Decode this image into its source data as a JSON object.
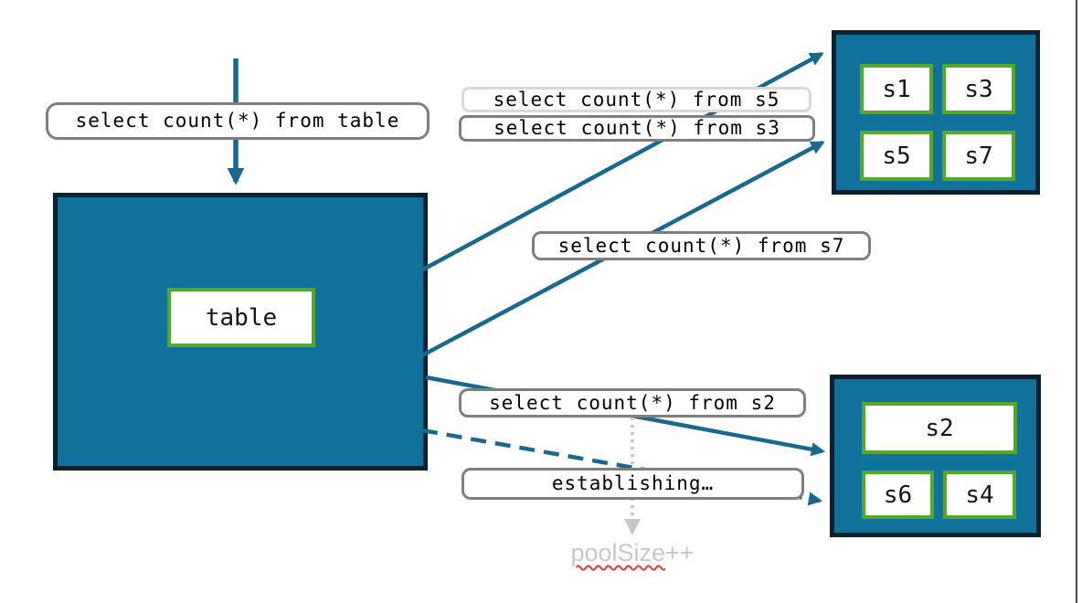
{
  "colors": {
    "teal_fill": "#10719a",
    "box_border": "#0a2230",
    "arrow": "#19688e",
    "green_border": "#55a829",
    "label_border": "#7f7f7f",
    "label_border_light": "#d9d9d9",
    "muted_gray": "#c7c7c7",
    "squiggle_red": "#e53935",
    "edge_line": "#4a4a4a"
  },
  "queries": {
    "from_table": "select count(*) from table",
    "from_s5": "select count(*) from s5",
    "from_s3": "select count(*) from s3",
    "from_s7": "select count(*) from s7",
    "from_s2": "select count(*) from s2",
    "establishing": "establishing…"
  },
  "table_box": {
    "label": "table"
  },
  "pool_top": {
    "slots": [
      "s1",
      "s3",
      "s5",
      "s7"
    ]
  },
  "pool_bottom": {
    "slots": [
      "s2",
      "s6",
      "s4"
    ]
  },
  "pool_size_note": {
    "text": "poolSize",
    "suffix": "++"
  }
}
